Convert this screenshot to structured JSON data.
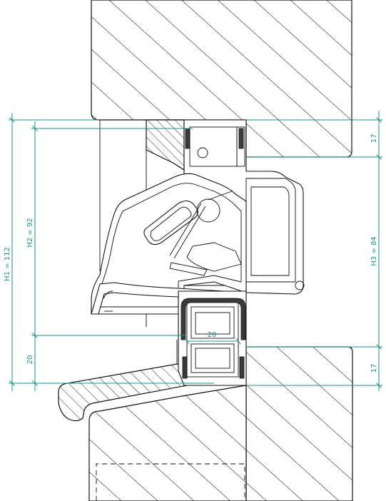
{
  "dimensions": {
    "h1": "H1 = 112",
    "h2": "H2 = 92",
    "h3": "H3 = 84",
    "left_20": "20",
    "right_top_17": "17",
    "right_bottom_17": "17",
    "center_20": "20"
  },
  "colors": {
    "dimension": "#1e8f87",
    "line": "#111111",
    "seal": "#3a3a3a"
  }
}
